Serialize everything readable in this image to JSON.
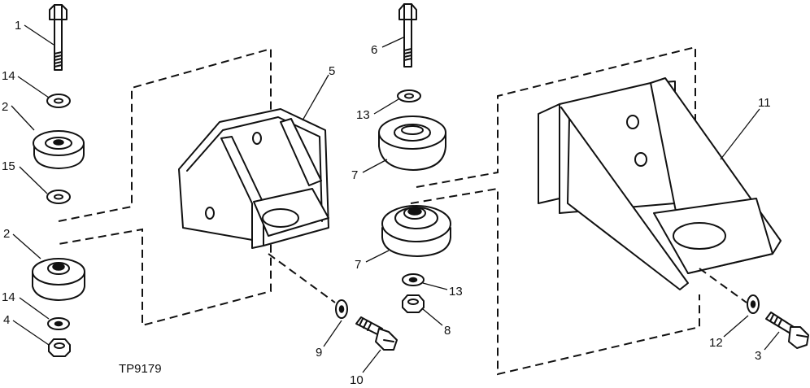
{
  "figure_id": "TP9179",
  "callouts": [
    "1",
    "14",
    "2",
    "15",
    "2",
    "14",
    "4",
    "5",
    "6",
    "13",
    "7",
    "7",
    "13",
    "8",
    "9",
    "10",
    "11",
    "12",
    "3"
  ]
}
